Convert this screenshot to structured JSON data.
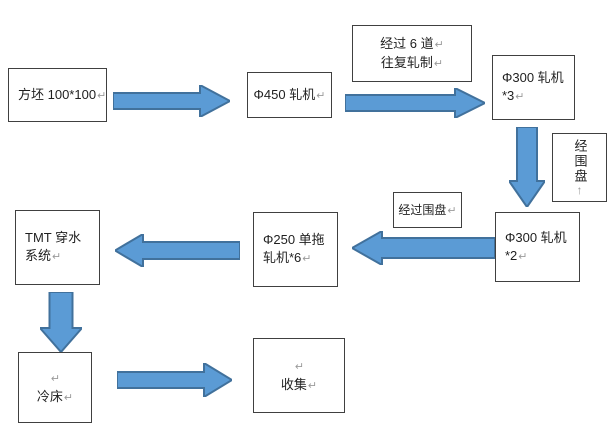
{
  "colors": {
    "arrow_fill": "#5b9bd5",
    "arrow_stroke": "#41719c",
    "box_border": "#404040",
    "text": "#1f1f1f",
    "mark": "#9a9a9a"
  },
  "marks": {
    "return": "↵",
    "return_vertical": "↑"
  },
  "boxes": {
    "billet": {
      "line1": "方坯 100*100"
    },
    "mill450": {
      "line1": "Φ450 轧机"
    },
    "pass6": {
      "line1": "经过 6 道",
      "line2": "往复轧制"
    },
    "mill300x3": {
      "line1": "Φ300 轧机",
      "line2": "*3"
    },
    "loop_side": {
      "line1": "经围盘"
    },
    "mill300x2": {
      "line1": "Φ300 轧机",
      "line2": "*2"
    },
    "via_loop": {
      "line1": "经过围盘"
    },
    "mill250": {
      "line1": "Φ250 单拖",
      "line2": "轧机*6"
    },
    "tmt": {
      "line1": "TMT 穿水",
      "line2": "系统"
    },
    "cooling_bed": {
      "line2": "冷床"
    },
    "collect": {
      "line2": "收集"
    }
  }
}
